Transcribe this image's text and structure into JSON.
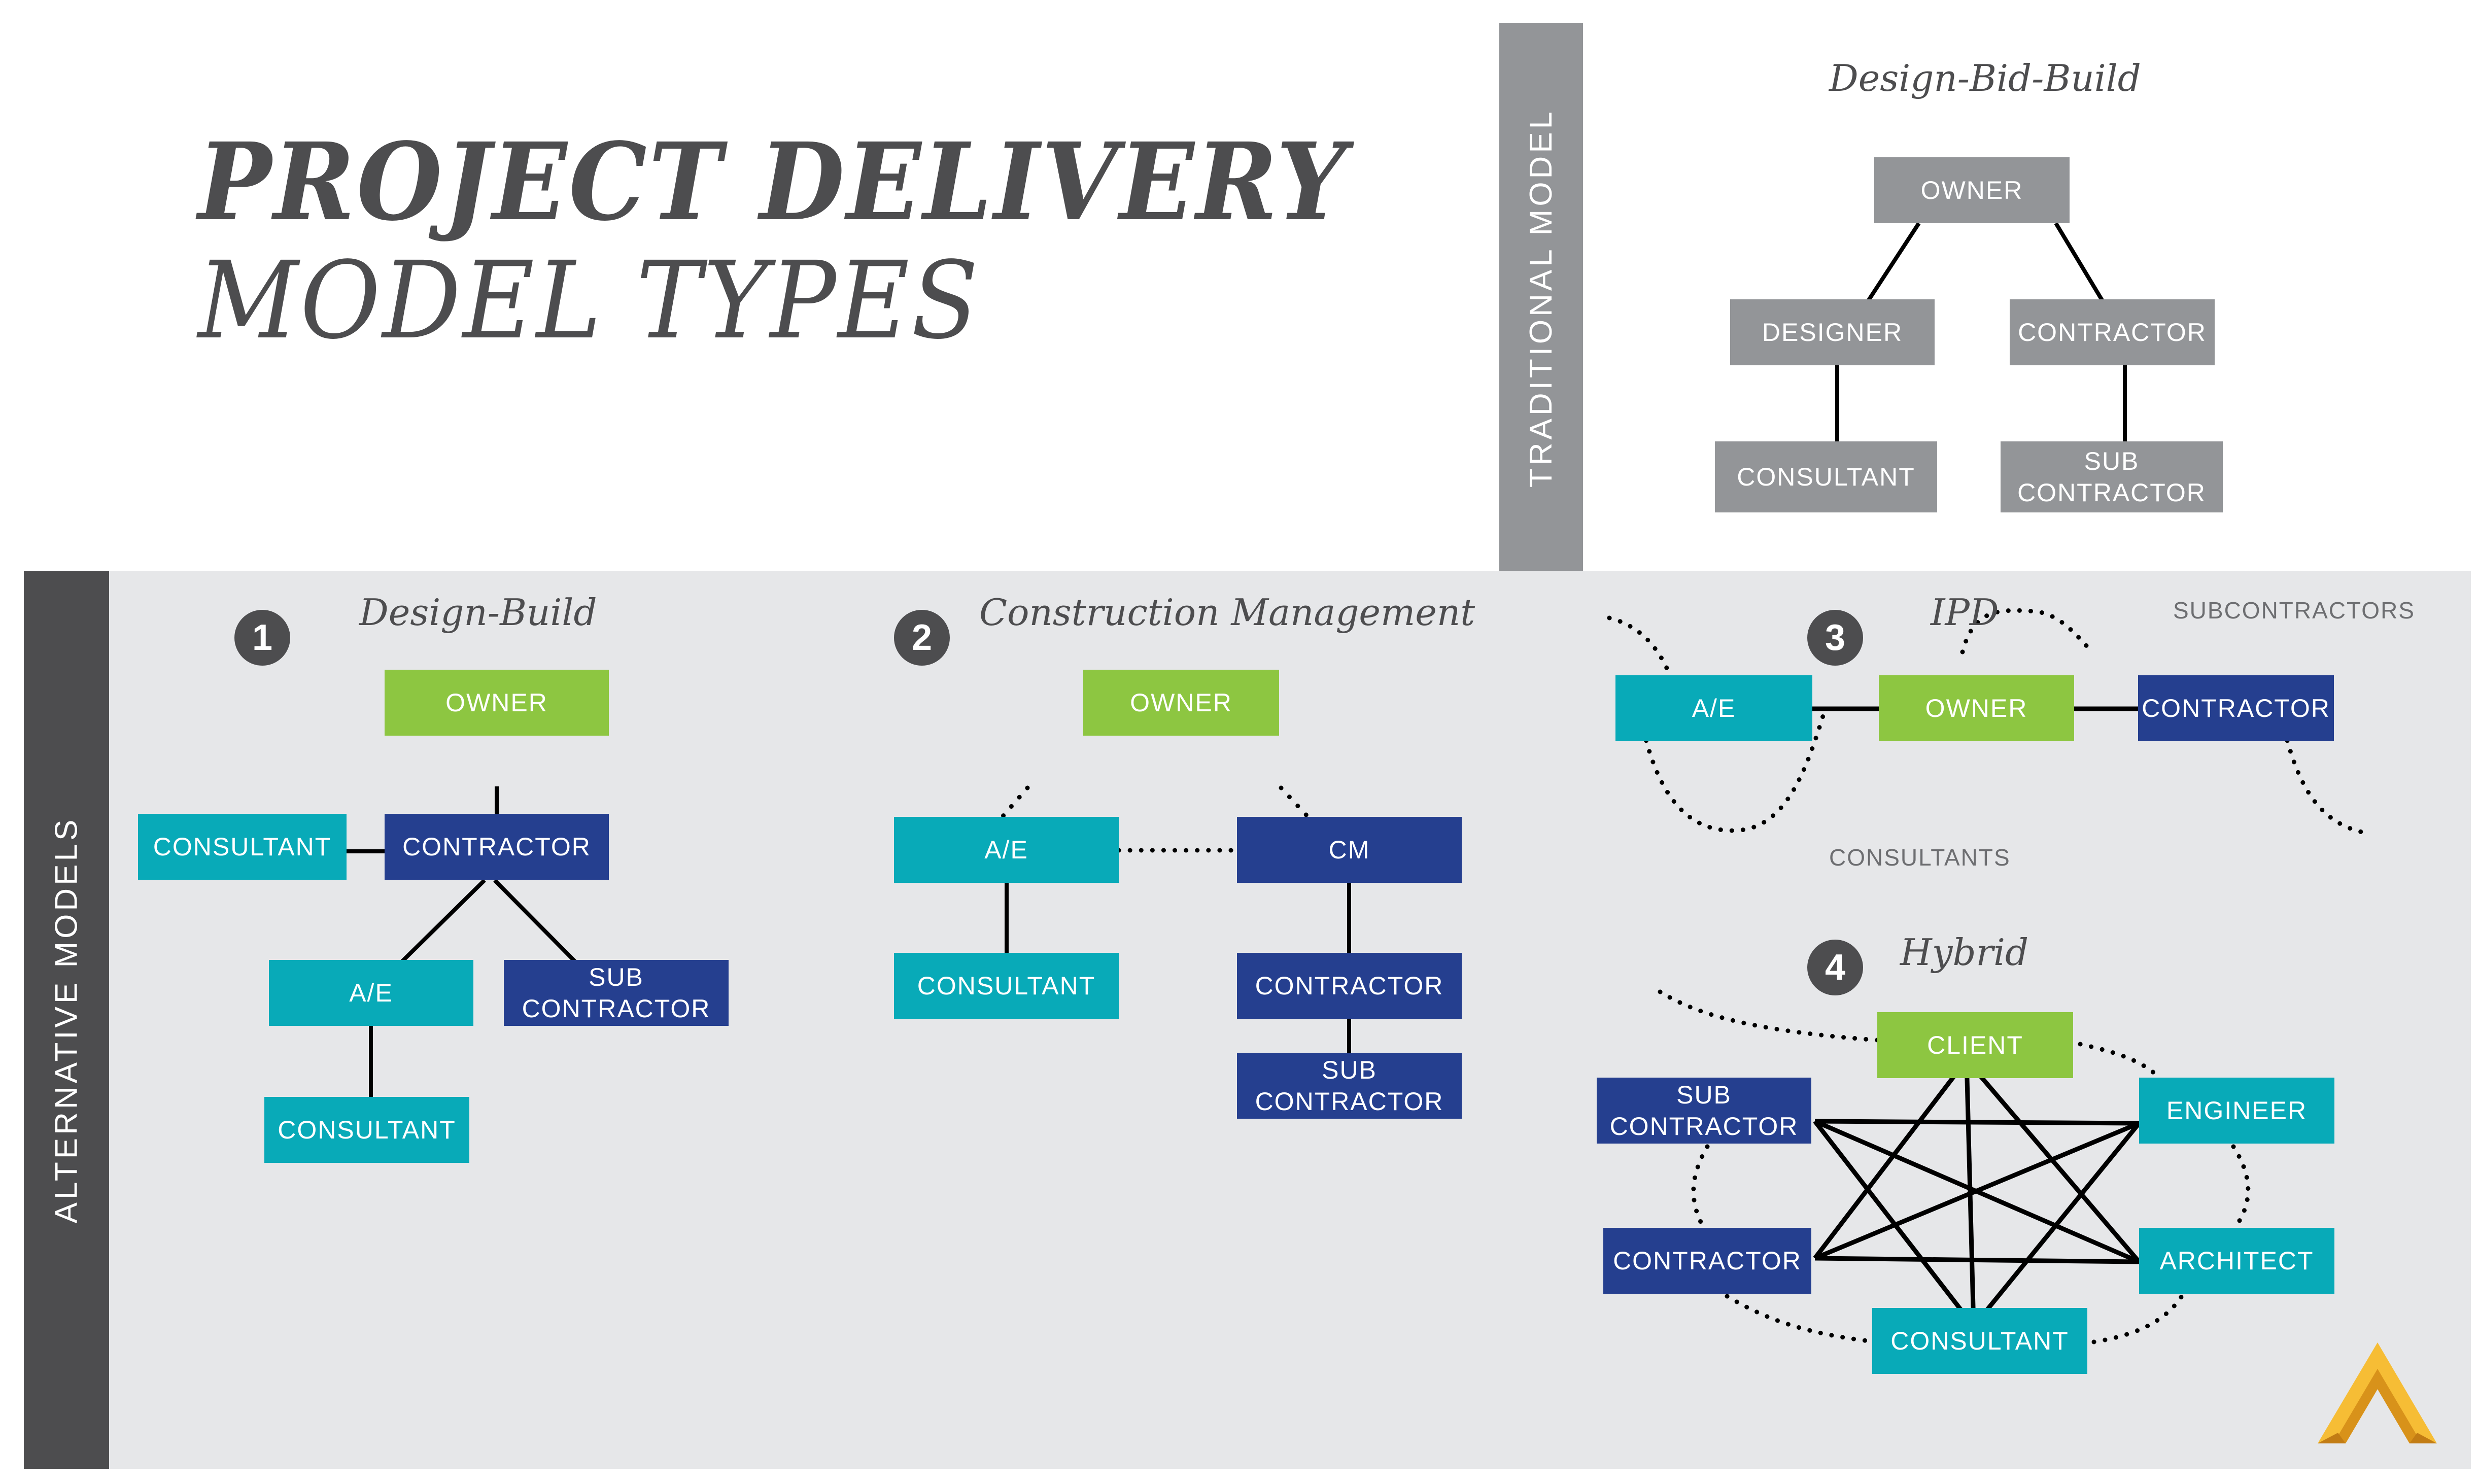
{
  "title": {
    "line1": "PROJECT DELIVERY",
    "line2": "MODEL TYPES"
  },
  "traditional": {
    "side_label": "TRADITIONAL MODEL",
    "heading": "Design-Bid-Build",
    "nodes": {
      "owner": "OWNER",
      "designer": "DESIGNER",
      "contractor": "CONTRACTOR",
      "consultant": "CONSULTANT",
      "sub_line1": "SUB",
      "sub_line2": "CONTRACTOR"
    }
  },
  "alternative": {
    "side_label": "ALTERNATIVE MODELS",
    "models": [
      {
        "number": "1",
        "heading": "Design-Build",
        "nodes": {
          "owner": "OWNER",
          "consultant_left": "CONSULTANT",
          "contractor": "CONTRACTOR",
          "ae": "A/E",
          "sub_line1": "SUB",
          "sub_line2": "CONTRACTOR",
          "consultant_bottom": "CONSULTANT"
        }
      },
      {
        "number": "2",
        "heading": "Construction Management",
        "nodes": {
          "owner": "OWNER",
          "ae": "A/E",
          "cm": "CM",
          "consultant": "CONSULTANT",
          "contractor": "CONTRACTOR",
          "sub_line1": "SUB",
          "sub_line2": "CONTRACTOR"
        }
      },
      {
        "number": "3",
        "heading": "IPD",
        "nodes": {
          "ae": "A/E",
          "owner": "OWNER",
          "contractor": "CONTRACTOR"
        },
        "annotations": {
          "subcontractors": "SUBCONTRACTORS",
          "consultants": "CONSULTANTS"
        }
      },
      {
        "number": "4",
        "heading": "Hybrid",
        "nodes": {
          "client": "CLIENT",
          "engineer": "ENGINEER",
          "architect": "ARCHITECT",
          "consultant": "CONSULTANT",
          "contractor": "CONTRACTOR",
          "sub_line1": "SUB",
          "sub_line2": "CONTRACTOR"
        }
      }
    ]
  },
  "colors": {
    "owner_green": "#8dc641",
    "teal": "#08aab8",
    "navy": "#253f8f",
    "traditional_gray": "#939598",
    "dark_gray": "#4d4d4f",
    "panel_bg": "#e6e7e9",
    "logo_gold": "#f6bd35"
  },
  "logo": "chevron-a-logo"
}
